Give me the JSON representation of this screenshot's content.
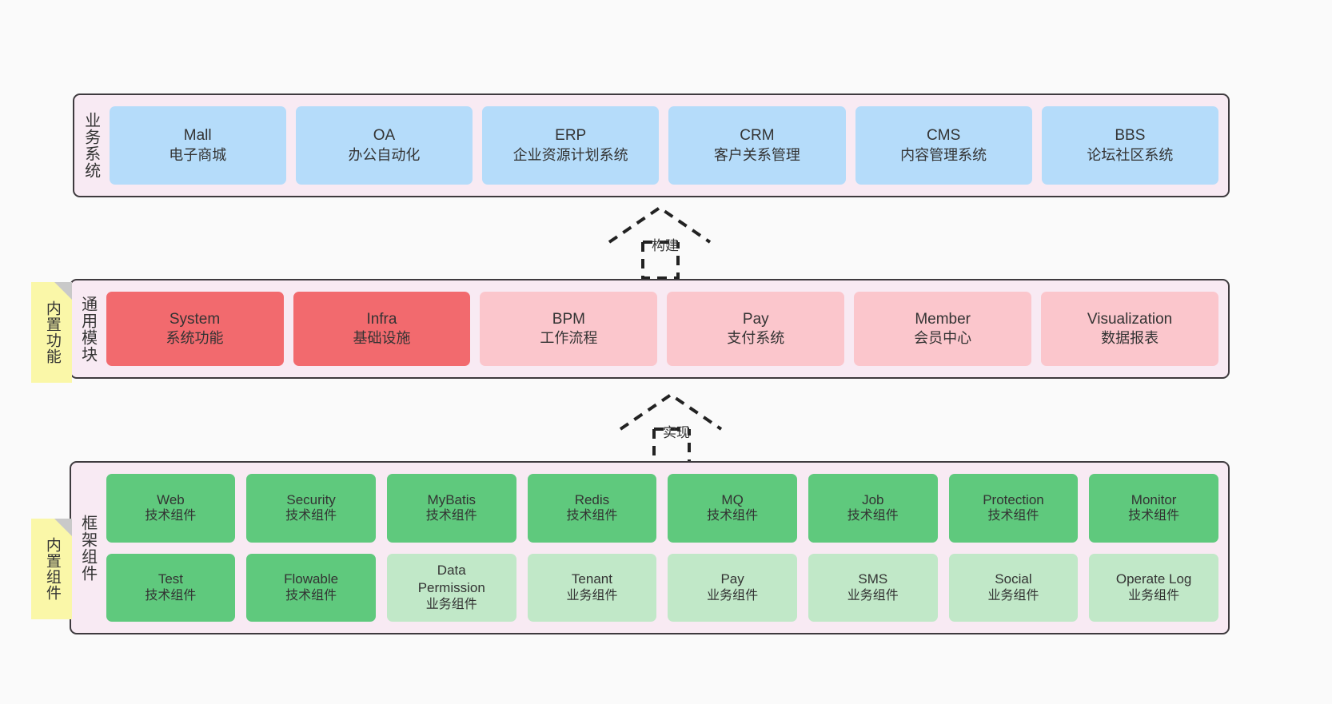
{
  "diagram": {
    "background_color": "#FAFAFA",
    "panel_color": "#F8EAF3",
    "panel_border_color": "#3E3A3E",
    "sticky_color": "#FAF7A8",
    "accent_colors": {
      "blue": "#B5DCFA",
      "red": "#F26A6E",
      "pink": "#FBC6CC",
      "green": "#5FC97D",
      "green_light": "#C1E8C8"
    }
  },
  "layers": {
    "business": {
      "caption": "业务系统",
      "cards": [
        {
          "en": "Mall",
          "cn": "电子商城"
        },
        {
          "en": "OA",
          "cn": "办公自动化"
        },
        {
          "en": "ERP",
          "cn": "企业资源计划系统"
        },
        {
          "en": "CRM",
          "cn": "客户关系管理"
        },
        {
          "en": "CMS",
          "cn": "内容管理系统"
        },
        {
          "en": "BBS",
          "cn": "论坛社区系统"
        }
      ]
    },
    "common": {
      "caption": "通用模块",
      "sticky": "内置功能",
      "cards": [
        {
          "en": "System",
          "cn": "系统功能",
          "color": "red"
        },
        {
          "en": "Infra",
          "cn": "基础设施",
          "color": "red"
        },
        {
          "en": "BPM",
          "cn": "工作流程",
          "color": "pink"
        },
        {
          "en": "Pay",
          "cn": "支付系统",
          "color": "pink"
        },
        {
          "en": "Member",
          "cn": "会员中心",
          "color": "pink"
        },
        {
          "en": "Visualization",
          "cn": "数据报表",
          "color": "pink"
        }
      ]
    },
    "framework": {
      "caption": "框架组件",
      "sticky": "内置组件",
      "row1": [
        {
          "en": "Web",
          "cn": "技术组件",
          "color": "green"
        },
        {
          "en": "Security",
          "cn": "技术组件",
          "color": "green"
        },
        {
          "en": "MyBatis",
          "cn": "技术组件",
          "color": "green"
        },
        {
          "en": "Redis",
          "cn": "技术组件",
          "color": "green"
        },
        {
          "en": "MQ",
          "cn": "技术组件",
          "color": "green"
        },
        {
          "en": "Job",
          "cn": "技术组件",
          "color": "green"
        },
        {
          "en": "Protection",
          "cn": "技术组件",
          "color": "green"
        },
        {
          "en": "Monitor",
          "cn": "技术组件",
          "color": "green"
        }
      ],
      "row2": [
        {
          "en": "Test",
          "cn": "技术组件",
          "color": "green"
        },
        {
          "en": "Flowable",
          "cn": "技术组件",
          "color": "green"
        },
        {
          "en": "Data Permission",
          "cn": "业务组件",
          "color": "green_light"
        },
        {
          "en": "Tenant",
          "cn": "业务组件",
          "color": "green_light"
        },
        {
          "en": "Pay",
          "cn": "业务组件",
          "color": "green_light"
        },
        {
          "en": "SMS",
          "cn": "业务组件",
          "color": "green_light"
        },
        {
          "en": "Social",
          "cn": "业务组件",
          "color": "green_light"
        },
        {
          "en": "Operate Log",
          "cn": "业务组件",
          "color": "green_light"
        }
      ]
    }
  },
  "connectors": [
    {
      "label": "构建",
      "from": "common",
      "to": "business"
    },
    {
      "label": "实现",
      "from": "framework",
      "to": "common"
    }
  ]
}
